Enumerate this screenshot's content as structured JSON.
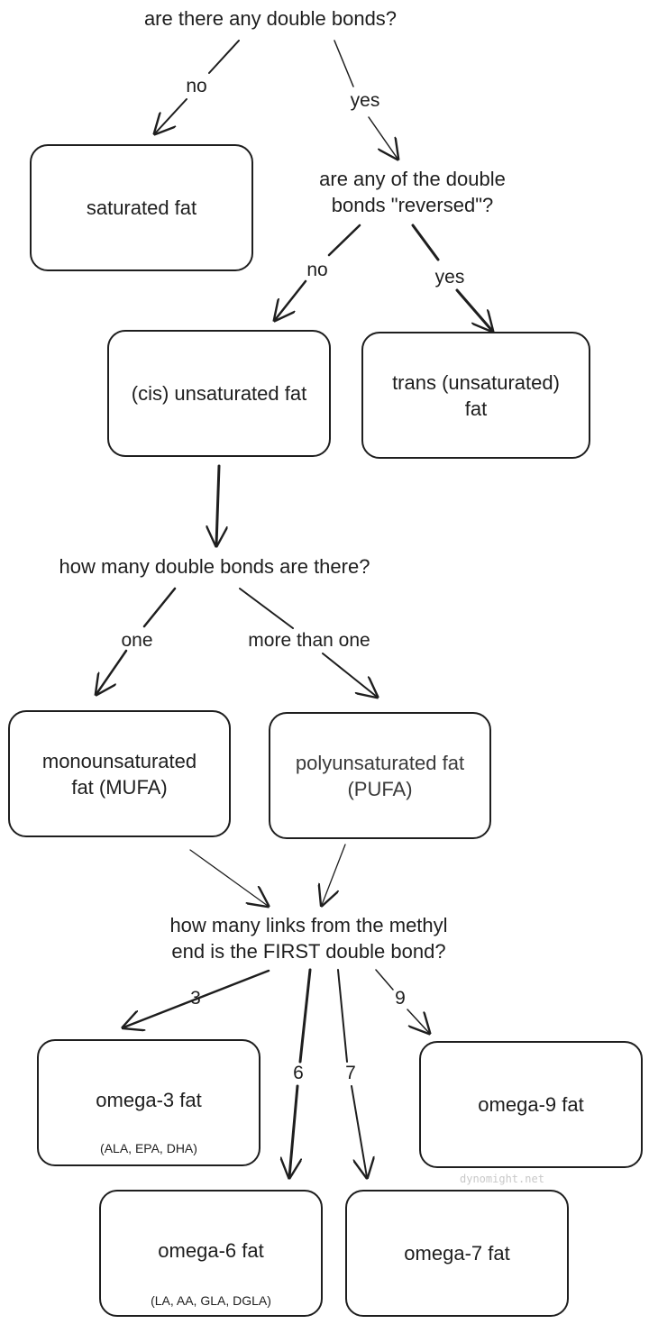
{
  "questions": {
    "q1": "are there any double bonds?",
    "q2_line1": "are any of the double",
    "q2_line2": "bonds \"reversed\"?",
    "q3": "how many double bonds are there?",
    "q4_line1": "how many links from the methyl",
    "q4_line2": "end is the FIRST double bond?"
  },
  "edge_labels": {
    "q1_no": "no",
    "q1_yes": "yes",
    "q2_no": "no",
    "q2_yes": "yes",
    "q3_one": "one",
    "q3_more": "more than one",
    "q4_3": "3",
    "q4_6": "6",
    "q4_7": "7",
    "q4_9": "9"
  },
  "boxes": {
    "saturated": {
      "title": "saturated fat"
    },
    "cis": {
      "title": "(cis) unsaturated fat"
    },
    "trans": {
      "title_line1": "trans (unsaturated)",
      "title_line2": "fat"
    },
    "mufa": {
      "title_line1": "monounsaturated",
      "title_line2": "fat (MUFA)"
    },
    "pufa": {
      "title_line1": "polyunsaturated fat",
      "title_line2": "(PUFA)"
    },
    "omega3": {
      "title": "omega-3 fat",
      "examples": "(ALA, EPA, DHA)"
    },
    "omega6": {
      "title": "omega-6 fat",
      "examples": "(LA, AA, GLA, DGLA)"
    },
    "omega7": {
      "title": "omega-7 fat"
    },
    "omega9": {
      "title": "omega-9 fat"
    }
  },
  "watermark": "dynomight.net"
}
